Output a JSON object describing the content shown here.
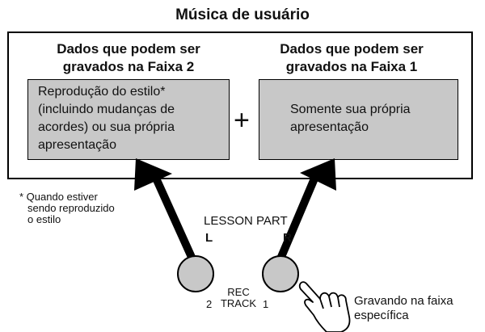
{
  "title": "Música de usuário",
  "left": {
    "heading_line1": "Dados que podem ser",
    "heading_line2": "gravados na Faixa 2",
    "box_line1": "Reprodução do estilo*",
    "box_line2": "(incluindo mudanças de",
    "box_line3": "acordes) ou sua própria",
    "box_line4": "apresentação"
  },
  "right": {
    "heading_line1": "Dados que podem ser",
    "heading_line2": "gravados na Faixa 1",
    "box_line1": "Somente sua própria",
    "box_line2": "apresentação"
  },
  "plus": "+",
  "footnote": {
    "line1": "* Quando estiver",
    "line2": "sendo reproduzido",
    "line3": "o estilo"
  },
  "lesson_part": "LESSON PART",
  "button_left_letter": "L",
  "button_right_letter": "R",
  "rec_track_line1": "REC",
  "rec_track_line2": "TRACK",
  "track_num_left": "2",
  "track_num_right": "1",
  "caption_line1": "Gravando na faixa",
  "caption_line2": "específica"
}
